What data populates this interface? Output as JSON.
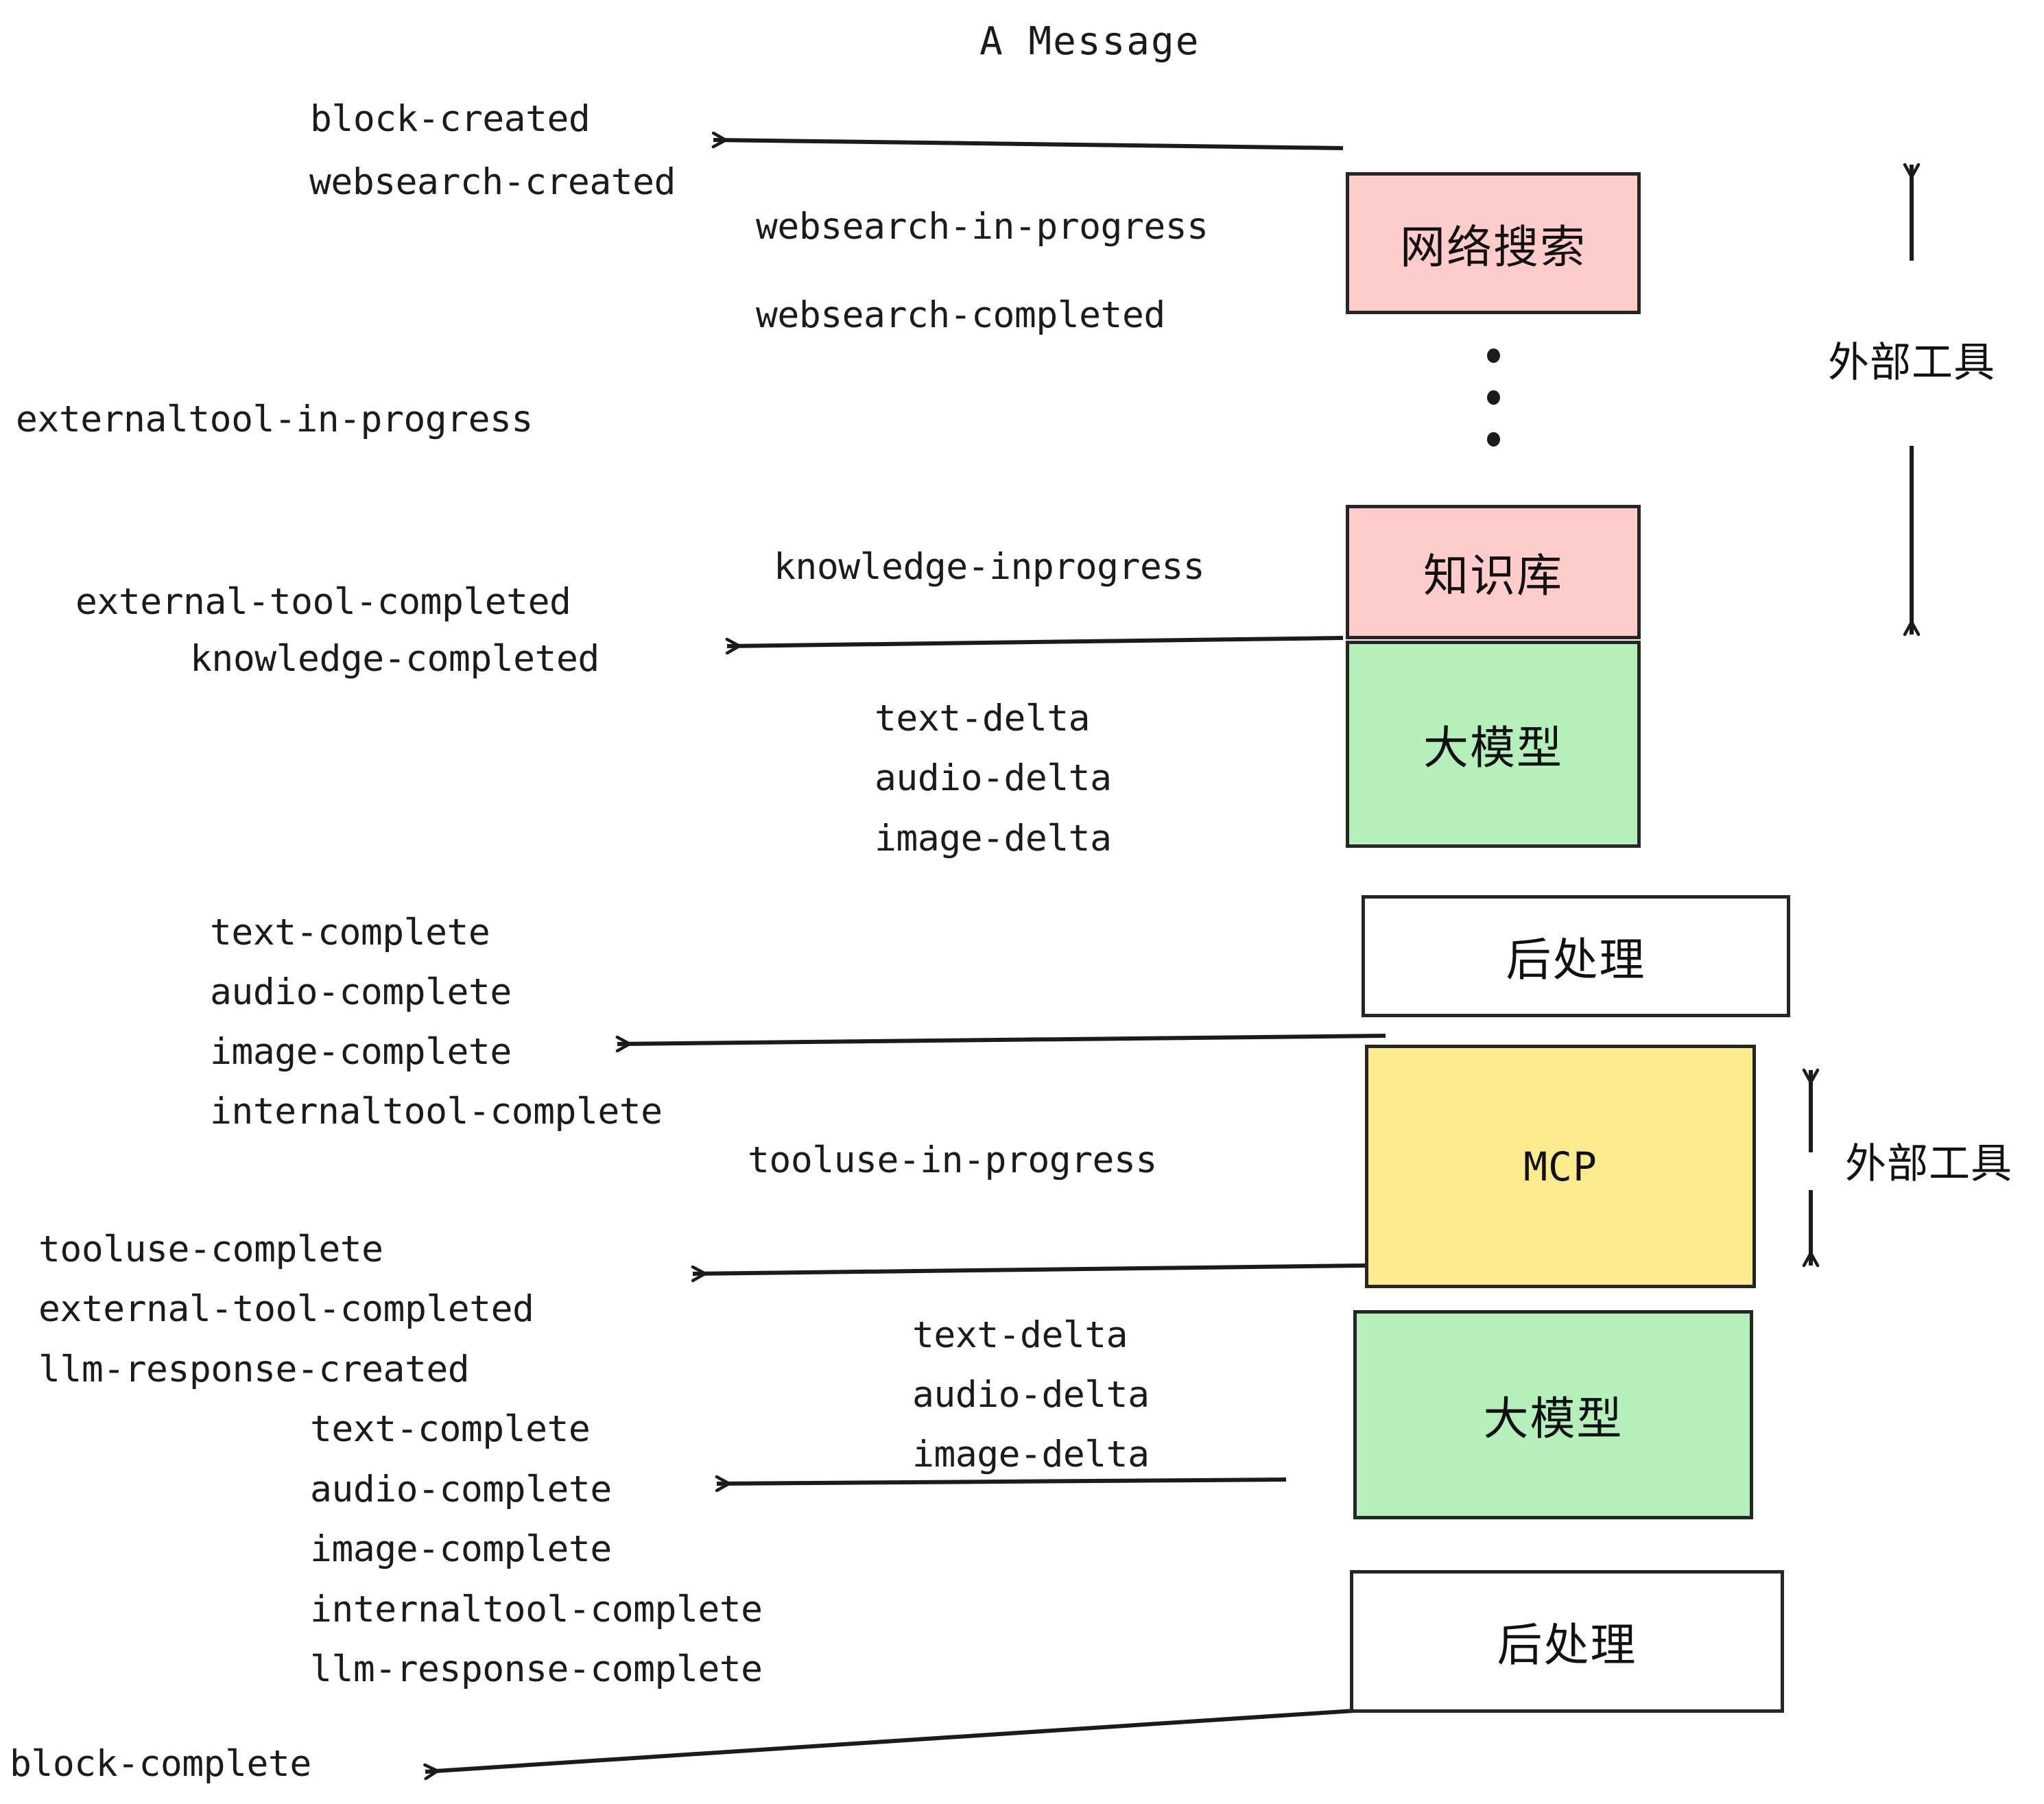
{
  "diagram": {
    "title": "A Message",
    "colors": {
      "pink": "#FFCCCC",
      "green": "#B5F0BC",
      "yellow": "#FCEB8E",
      "white": "#FFFFFF",
      "stroke": "#262626",
      "text": "#1B1B1B",
      "background": "#FFFFFF"
    },
    "nodes": [
      {
        "id": "websearch",
        "label": "网络搜索",
        "fill": "pink",
        "lang": "cn"
      },
      {
        "id": "knowledge",
        "label": "知识库",
        "fill": "pink",
        "lang": "cn"
      },
      {
        "id": "llm-top",
        "label": "大模型",
        "fill": "green",
        "lang": "cn"
      },
      {
        "id": "postprocess-top",
        "label": "后处理",
        "fill": "white",
        "lang": "cn"
      },
      {
        "id": "mcp",
        "label": "MCP",
        "fill": "yellow",
        "lang": "en"
      },
      {
        "id": "llm-bottom",
        "label": "大模型",
        "fill": "green",
        "lang": "cn"
      },
      {
        "id": "postprocess-bottom",
        "label": "后处理",
        "fill": "white",
        "lang": "cn"
      }
    ],
    "side_labels": [
      {
        "id": "external-tools-top",
        "text": "外部工具"
      },
      {
        "id": "external-tools-bottom",
        "text": "外部工具"
      }
    ],
    "events": [
      {
        "id": "block-created",
        "text": "block-created"
      },
      {
        "id": "websearch-created",
        "text": "websearch-created"
      },
      {
        "id": "websearch-in-progress",
        "text": "websearch-in-progress"
      },
      {
        "id": "websearch-completed",
        "text": "websearch-completed"
      },
      {
        "id": "externaltool-in-progress",
        "text": "externaltool-in-progress"
      },
      {
        "id": "knowledge-inprogress",
        "text": "knowledge-inprogress"
      },
      {
        "id": "external-tool-completed-1",
        "text": "external-tool-completed"
      },
      {
        "id": "knowledge-completed",
        "text": "knowledge-completed"
      },
      {
        "id": "text-delta-1",
        "text": "text-delta"
      },
      {
        "id": "audio-delta-1",
        "text": "audio-delta"
      },
      {
        "id": "image-delta-1",
        "text": "image-delta"
      },
      {
        "id": "text-complete-1",
        "text": "text-complete"
      },
      {
        "id": "audio-complete-1",
        "text": "audio-complete"
      },
      {
        "id": "image-complete-1",
        "text": "image-complete"
      },
      {
        "id": "internaltool-complete-1",
        "text": "internaltool-complete"
      },
      {
        "id": "tooluse-in-progress",
        "text": "tooluse-in-progress"
      },
      {
        "id": "tooluse-complete",
        "text": "tooluse-complete"
      },
      {
        "id": "external-tool-completed-2",
        "text": "external-tool-completed"
      },
      {
        "id": "llm-response-created",
        "text": "llm-response-created"
      },
      {
        "id": "text-delta-2",
        "text": "text-delta"
      },
      {
        "id": "audio-delta-2",
        "text": "audio-delta"
      },
      {
        "id": "image-delta-2",
        "text": "image-delta"
      },
      {
        "id": "text-complete-2",
        "text": "text-complete"
      },
      {
        "id": "audio-complete-2",
        "text": "audio-complete"
      },
      {
        "id": "image-complete-2",
        "text": "image-complete"
      },
      {
        "id": "internaltool-complete-2",
        "text": "internaltool-complete"
      },
      {
        "id": "llm-response-complete",
        "text": "llm-response-complete"
      },
      {
        "id": "block-complete",
        "text": "block-complete"
      }
    ]
  }
}
